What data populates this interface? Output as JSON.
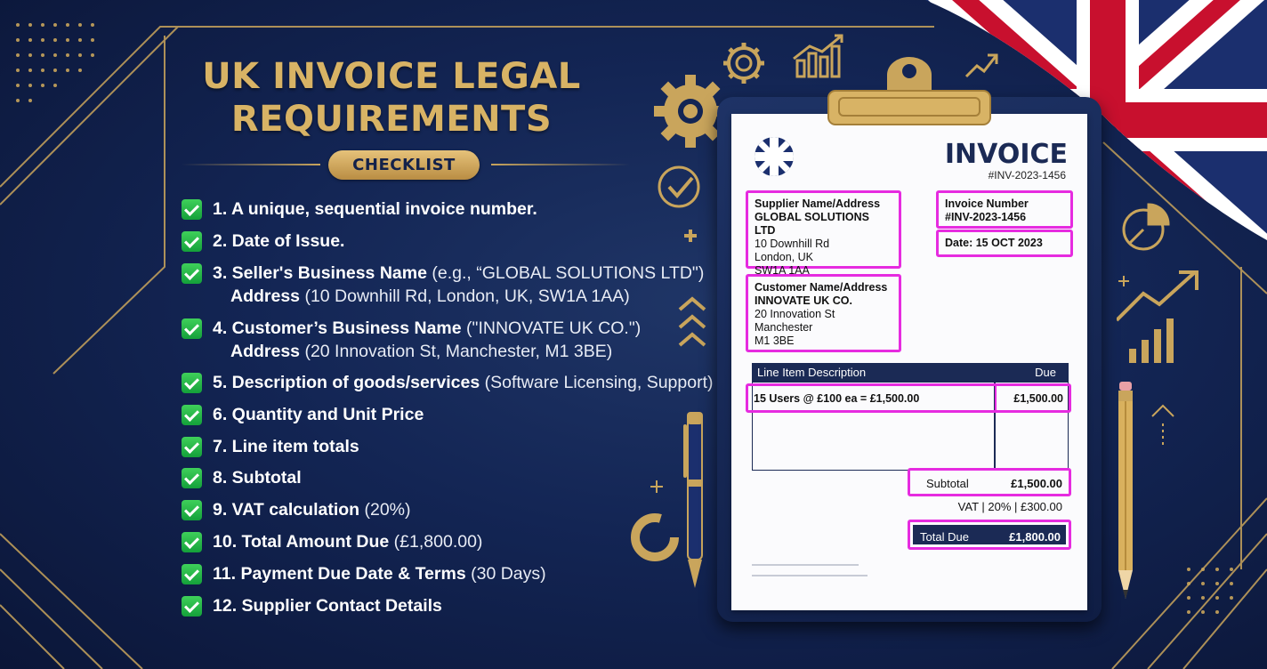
{
  "header": {
    "title_line1": "UK INVOICE LEGAL",
    "title_line2": "REQUIREMENTS",
    "badge": "CHECKLIST"
  },
  "checklist": [
    {
      "bold": "1.  A unique, sequential invoice number.",
      "rest": ""
    },
    {
      "bold": "2. Date of Issue.",
      "rest": ""
    },
    {
      "bold": "3. Seller's Business Name",
      "rest": " (e.g., “GLOBAL SOLUTIONS LTD\")",
      "bold2": "Address",
      "rest2": " (10 Downhill Rd, London, UK, SW1A 1AA)"
    },
    {
      "bold": "4. Customer’s Business Name",
      "rest": " (\"INNOVATE UK CO.\")",
      "bold2": "Address",
      "rest2": " (20 Innovation St, Manchester, M1 3BE)"
    },
    {
      "bold": "5. Description of goods/services",
      "rest": " (Software Licensing, Support)"
    },
    {
      "bold": "6. Quantity and Unit Price",
      "rest": ""
    },
    {
      "bold": "7. Line item totals",
      "rest": ""
    },
    {
      "bold": "8. Subtotal",
      "rest": ""
    },
    {
      "bold": "9. VAT calculation",
      "rest": " (20%)"
    },
    {
      "bold": "10. Total Amount Due",
      "rest": " (£1,800.00)"
    },
    {
      "bold": "11. Payment Due Date & Terms",
      "rest": " (30 Days)"
    },
    {
      "bold": "12. Supplier Contact Details",
      "rest": ""
    }
  ],
  "invoice": {
    "title": "INVOICE",
    "number_header": "#INV-2023-1456",
    "supplier": {
      "heading": "Supplier Name/Address",
      "name": "GLOBAL SOLUTIONS LTD",
      "line1": "10 Downhill Rd",
      "line2": "London, UK",
      "line3": "SW1A 1AA"
    },
    "invoice_number": {
      "heading": "Invoice Number",
      "value": "#INV-2023-1456"
    },
    "date": "Date: 15 OCT 2023",
    "customer": {
      "heading": "Customer Name/Address",
      "name": "INNOVATE UK CO.",
      "line1": "20 Innovation St",
      "line2": "Manchester",
      "line3": "M1 3BE"
    },
    "table": {
      "col_desc": "Line Item Description",
      "col_due": "Due",
      "row_desc": "15 Users @ £100 ea = £1,500.00",
      "row_due": "£1,500.00"
    },
    "subtotal_label": "Subtotal",
    "subtotal_value": "£1,500.00",
    "vat": "VAT  |  20%  |  £300.00",
    "total_label": "Total Due",
    "total_value": "£1,800.00"
  },
  "colors": {
    "navy": "#132554",
    "gold": "#d8b365",
    "highlight": "#e62be0",
    "check_green": "#1fb444"
  },
  "icons": [
    "gear-icon",
    "bar-chart-icon",
    "trend-arrow-icon",
    "checkmark-circle-icon",
    "pie-chart-icon",
    "donut-icon",
    "pen-icon",
    "pencil-icon",
    "uk-flag-icon"
  ]
}
